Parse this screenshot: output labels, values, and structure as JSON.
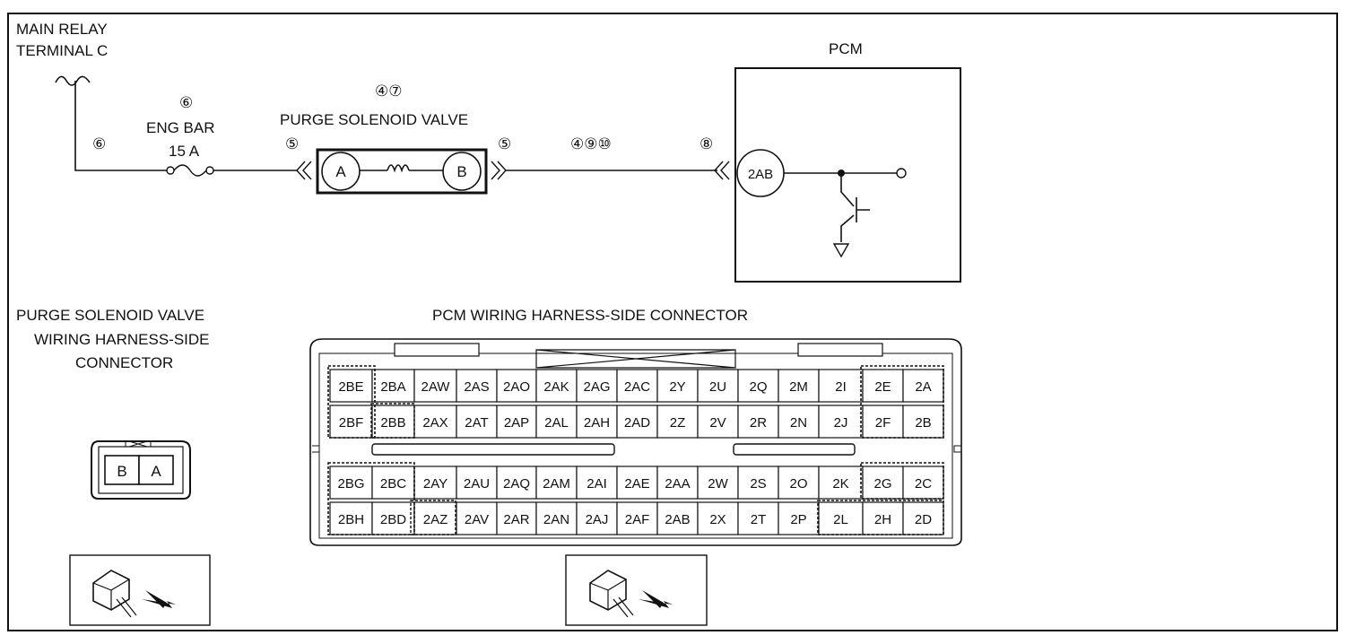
{
  "top_labels": {
    "main_relay_line1": "MAIN RELAY",
    "main_relay_line2": "TERMINAL C",
    "eng_bar_ref": "⑥",
    "eng_bar_label": "ENG BAR",
    "eng_bar_rating": "15 A",
    "wire_ref_left": "⑥",
    "valve_refs": "④⑦",
    "valve_label": "PURGE SOLENOID VALVE",
    "valve_conn_left": "⑤",
    "valve_conn_right": "⑤",
    "wire_refs_mid": "④⑨⑩",
    "pcm_conn_ref": "⑧",
    "pcm_label": "PCM"
  },
  "valve_terminals": {
    "a": "A",
    "b": "B"
  },
  "pcm_terminal": "2AB",
  "valve_connector": {
    "title_line1": "PURGE SOLENOID VALVE",
    "title_line2": "WIRING HARNESS-SIDE",
    "title_line3": "CONNECTOR",
    "pins": [
      "B",
      "A"
    ]
  },
  "pcm_connector": {
    "title": "PCM WIRING HARNESS-SIDE CONNECTOR",
    "upper_row1": [
      "2BE",
      "2BA",
      "2AW",
      "2AS",
      "2AO",
      "2AK",
      "2AG",
      "2AC",
      "2Y",
      "2U",
      "2Q",
      "2M",
      "2I",
      "2E",
      "2A"
    ],
    "upper_row2": [
      "2BF",
      "2BB",
      "2AX",
      "2AT",
      "2AP",
      "2AL",
      "2AH",
      "2AD",
      "2Z",
      "2V",
      "2R",
      "2N",
      "2J",
      "2F",
      "2B"
    ],
    "lower_row1": [
      "2BG",
      "2BC",
      "2AY",
      "2AU",
      "2AQ",
      "2AM",
      "2AI",
      "2AE",
      "2AA",
      "2W",
      "2S",
      "2O",
      "2K",
      "2G",
      "2C"
    ],
    "lower_row2": [
      "2BH",
      "2BD",
      "2AZ",
      "2AV",
      "2AR",
      "2AN",
      "2AJ",
      "2AF",
      "2AB",
      "2X",
      "2T",
      "2P",
      "2L",
      "2H",
      "2D"
    ]
  }
}
